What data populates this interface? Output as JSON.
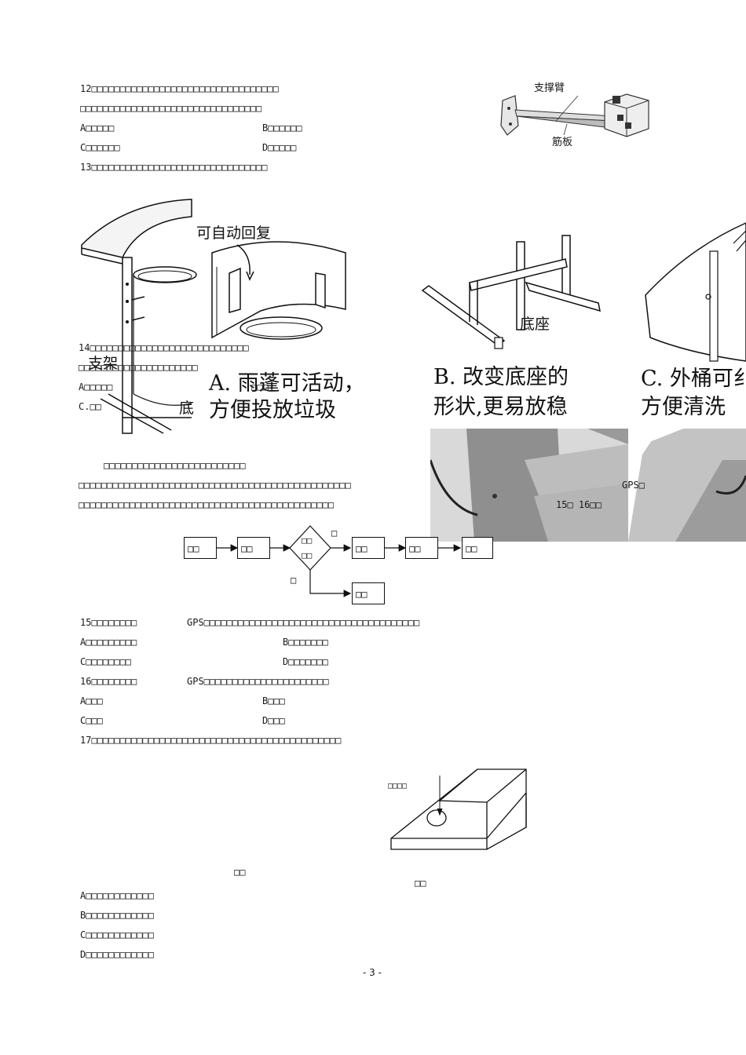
{
  "q12": {
    "line1": "12□□□□□□□□□□□□□□□□□□□□□□□□□□□□□□□□□",
    "line2": "□□□□□□□□□□□□□□□□□□□□□□□□□□□□□□□□",
    "optA": "A□□□□□",
    "optB": "B□□□□□□",
    "optC": "C□□□□□□",
    "optD": "D□□□□□",
    "fig_label_arm": "支撑臂",
    "fig_label_rib": "筋板"
  },
  "q13": {
    "stem": "13□□□□□□□□□□□□□□□□□□□□□□□□□□□□□□□",
    "label_auto": "可自动回复",
    "label_support": "支架",
    "label_base_cut": "底",
    "label_base": "底座",
    "optA_line1": "A. 雨蓬可活动，",
    "optA_line2": "方便投放垃圾",
    "optB_line1": "B. 改变底座的",
    "optB_line2": "形状,更易放稳",
    "optC_line1": "C. 外桶可纟",
    "optC_line2": "方便清洗"
  },
  "q14": {
    "line1": "14□□□□□□□□□□□□□□□□□□□□□□□□□□□□",
    "line2": "□□□□□□□□□□□□□□□□□□□□□",
    "optA": "A□□□□□",
    "optC": "C.□□",
    "fragment": "□□□"
  },
  "passage": {
    "line1": "□□□□□□□□□□□□□□□□□□□□□□□□□",
    "line2": "□□□□□□□□□□□□□□□□□□□□□□□□□□□□□□□□□□□□□□□□□□□□□□□□",
    "line3": "□□□□□□□□□□□□□□□□□□□□□□□□□□□□□□□□□□□□□□□□□□□□□",
    "gps_note": "GPS□",
    "ref": "15□  16□□"
  },
  "flow": {
    "box1": "□□",
    "box2": "□□",
    "diamond_line1": "□□",
    "diamond_line2": "□□",
    "yes": "□",
    "no": "□",
    "box3": "□□",
    "box4": "□□",
    "box5": "□□",
    "box6": "□□"
  },
  "q15": {
    "stem_a": "15□□□□□□□□",
    "stem_b": "GPS□□□□□□□□□□□□□□□□□□□□□□□□□□□□□□□□□□□□□□",
    "optA": "A□□□□□□□□□",
    "optB": "B□□□□□□□",
    "optC": "C□□□□□□□□",
    "optD": "D□□□□□□□"
  },
  "q16": {
    "stem_a": "16□□□□□□□□",
    "stem_b": "GPS□□□□□□□□□□□□□□□□□□□□□□",
    "optA": "A□□□",
    "optB": "B□□□",
    "optC": "C□□□",
    "optD": "D□□□"
  },
  "q17": {
    "stem": "17□□□□□□□□□□□□□□□□□□□□□□□□□□□□□□□□□□□□□□□□□□□□",
    "arrow_label": "□□□□",
    "left_caption": "□□",
    "right_caption": "□□",
    "optA": "A□□□□□□□□□□□□",
    "optB": "B□□□□□□□□□□□□",
    "optC": "C□□□□□□□□□□□□",
    "optD": "D□□□□□□□□□□□□"
  },
  "footer": {
    "page": "- 3 -"
  }
}
